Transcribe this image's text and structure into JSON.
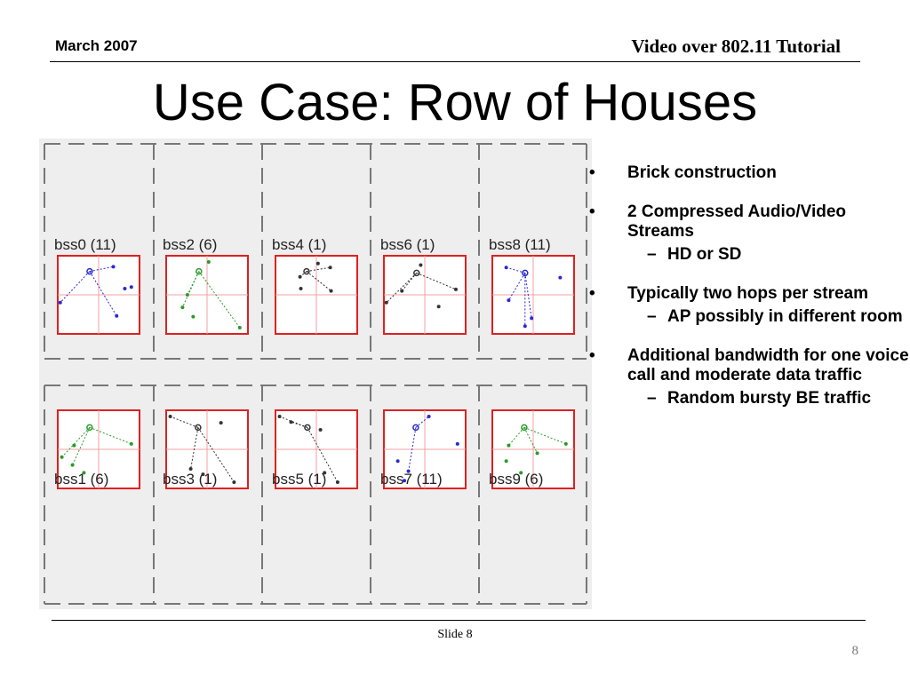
{
  "header": {
    "date": "March 2007",
    "doc_title": "Video over 802.11 Tutorial"
  },
  "title": "Use Case: Row of Houses",
  "bss": [
    {
      "label": "bss0 (11)",
      "color": "#2a2ad0"
    },
    {
      "label": "bss2 (6)",
      "color": "#2a9a2a"
    },
    {
      "label": "bss4 (1)",
      "color": "#333333"
    },
    {
      "label": "bss6 (1)",
      "color": "#333333"
    },
    {
      "label": "bss8 (11)",
      "color": "#2a2ad0"
    },
    {
      "label": "bss1 (6)",
      "color": "#2a9a2a"
    },
    {
      "label": "bss3 (1)",
      "color": "#333333"
    },
    {
      "label": "bss5 (1)",
      "color": "#333333"
    },
    {
      "label": "bss7 (11)",
      "color": "#2a2ad0"
    },
    {
      "label": "bss9 (6)",
      "color": "#2a9a2a"
    }
  ],
  "bullets": [
    {
      "text": "Brick construction",
      "subs": []
    },
    {
      "text": "2 Compressed Audio/Video Streams",
      "subs": [
        "HD or SD"
      ]
    },
    {
      "text": "Typically two hops per stream",
      "subs": [
        "AP possibly in different room"
      ]
    },
    {
      "text": "Additional bandwidth for one voice call and moderate data traffic",
      "subs": [
        "Random bursty BE traffic"
      ]
    }
  ],
  "bullet_glyph": "•",
  "sub_glyph": "–",
  "footer": {
    "slide": "Slide 8",
    "page": "8"
  },
  "colors": {
    "room_box": "#e02020",
    "crosshair": "#f0a0a0",
    "panel_bg": "#eeeeee",
    "wall": "#777777"
  }
}
